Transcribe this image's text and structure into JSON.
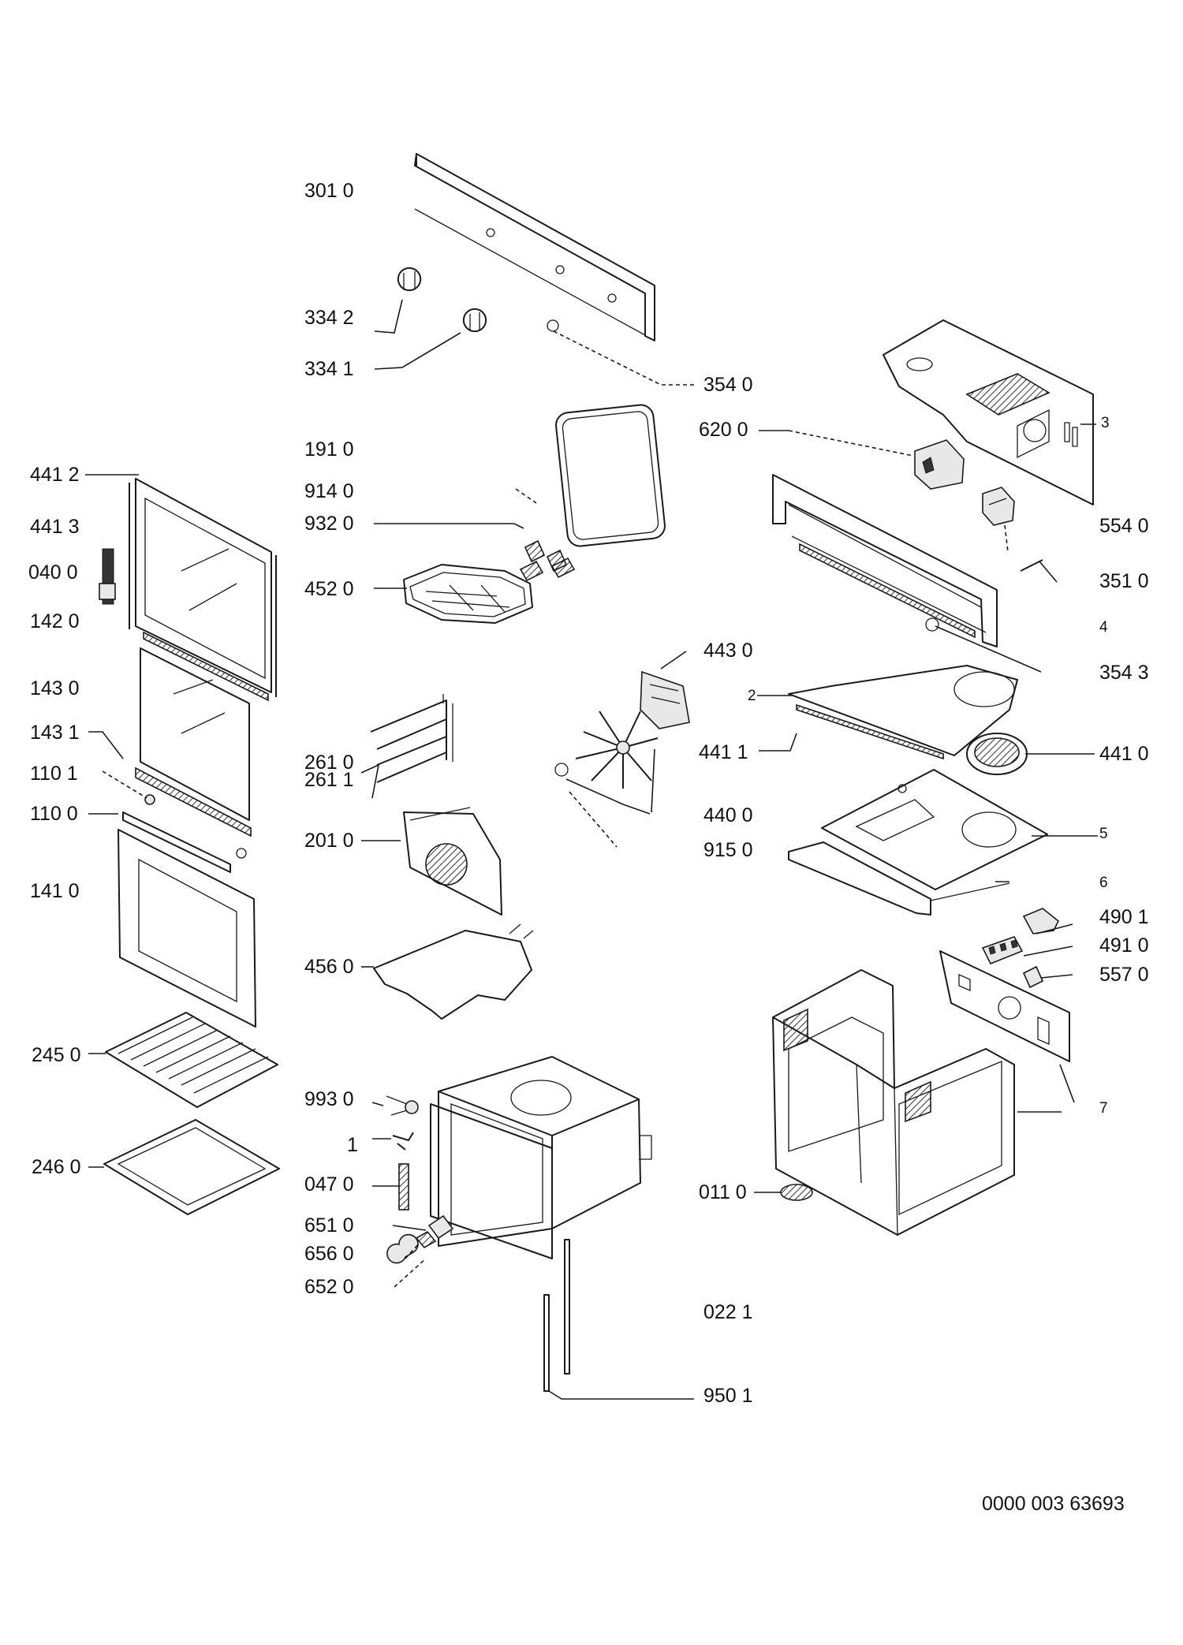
{
  "document_number": "0000 003 63693",
  "labels": {
    "l3010": "301 0",
    "l3342": "334 2",
    "l3341": "334 1",
    "l3540": "354 0",
    "l6200": "620 0",
    "l3": "3",
    "l1910": "191 0",
    "l9140": "914 0",
    "l9320": "932 0",
    "l4520": "452 0",
    "l4412": "441 2",
    "l4413": "441 3",
    "l0400": "040 0",
    "l1420": "142 0",
    "l5540": "554 0",
    "l3510": "351 0",
    "l4": "4",
    "l3543": "354 3",
    "l1430": "143 0",
    "l4430": "443 0",
    "l2": "2",
    "l4411": "441 1",
    "l4410": "441 0",
    "l1431": "143 1",
    "l2610": "261 0",
    "l2611": "261 1",
    "l1101": "110 1",
    "l1100": "110 0",
    "l4400": "440 0",
    "l2010": "201 0",
    "l9150": "915 0",
    "l5": "5",
    "l1410": "141 0",
    "l6": "6",
    "l4901": "490 1",
    "l4910": "491 0",
    "l5570": "557 0",
    "l4560": "456 0",
    "l2450": "245 0",
    "l9930": "993 0",
    "l1": "1",
    "l7": "7",
    "l2460": "246 0",
    "l0470": "047 0",
    "l0110": "011 0",
    "l6510": "651 0",
    "l6560": "656 0",
    "l6520": "652 0",
    "l0221": "022 1",
    "l9501": "950 1"
  }
}
